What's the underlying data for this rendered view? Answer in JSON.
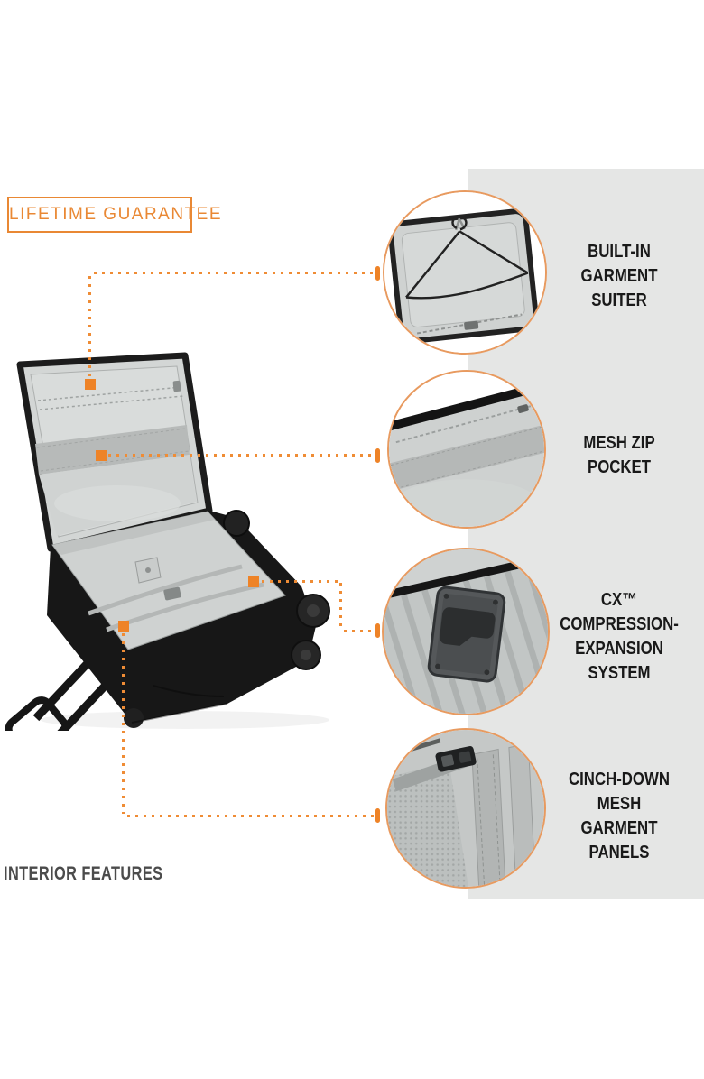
{
  "colors": {
    "background": "#FFFFFF",
    "band_gray": "#E5E6E5",
    "accent_orange": "#EE8327",
    "dot_orange": "#EF8C35",
    "ring_orange": "#E89A5F",
    "badge_orange": "#E98834",
    "label_text": "#191919",
    "footer_text": "#4B4B4B"
  },
  "badge": {
    "label": "LIFETIME GUARANTEE"
  },
  "footer": {
    "label": "INTERIOR FEATURES"
  },
  "features": [
    {
      "id": "built-in-garment-suiter",
      "icon": "garment-hanger-photo",
      "lines": [
        "BUILT-IN",
        "GARMENT",
        "SUITER"
      ]
    },
    {
      "id": "mesh-zip-pocket",
      "icon": "mesh-zip-pocket-photo",
      "lines": [
        "MESH ZIP",
        "POCKET"
      ]
    },
    {
      "id": "cx-compression-expansion-system",
      "icon": "compression-plate-photo",
      "lines": [
        "CX™",
        "COMPRESSION-",
        "EXPANSION",
        "SYSTEM"
      ]
    },
    {
      "id": "cinch-down-mesh-garment-panels",
      "icon": "cinch-buckle-photo",
      "lines": [
        "CINCH-DOWN",
        "MESH",
        "GARMENT",
        "PANELS"
      ]
    }
  ],
  "main_image": {
    "icon": "open-suitcase-interior-photo"
  }
}
